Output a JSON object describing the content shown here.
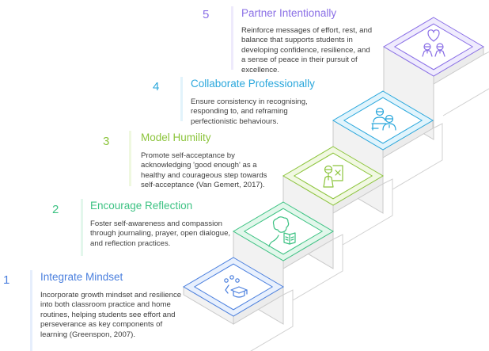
{
  "steps": [
    {
      "number": "1",
      "title": "Integrate Mindset",
      "description": "Incorporate growth mindset and resilience into both classroom practice and home routines, helping students see effort and perseverance as key components of learning (Greenspon, 2007).",
      "color": "#4a7fde",
      "bar_color": "#e6eefc",
      "fill_color": "#e8f0fd",
      "icon": "graduation-cap-ideas-icon"
    },
    {
      "number": "2",
      "title": "Encourage Reflection",
      "description": "Foster self-awareness and compassion through journaling, prayer, open dialogue, and reflection practices.",
      "color": "#3dc283",
      "bar_color": "#e3f7ec",
      "fill_color": "#e2f7eb",
      "icon": "person-reading-book-icon"
    },
    {
      "number": "3",
      "title": "Model Humility",
      "description": "Promote self-acceptance by acknowledging 'good enough' as a healthy and courageous step towards self-acceptance (Van Gemert, 2017).",
      "color": "#8cc43c",
      "bar_color": "#eff8e0",
      "fill_color": "#f1f8e2",
      "icon": "teacher-board-icon"
    },
    {
      "number": "4",
      "title": "Collaborate Professionally",
      "description": "Ensure consistency in recognising, responding to, and reframing perfectionistic behaviours.",
      "color": "#2aa7dc",
      "bar_color": "#e2f3fb",
      "fill_color": "#e1f4fc",
      "icon": "colleagues-meeting-icon"
    },
    {
      "number": "5",
      "title": "Partner Intentionally",
      "description": "Reinforce messages of effort, rest, and balance that supports students in developing confidence, resilience, and a sense of peace in their pursuit of excellence.",
      "color": "#8a6fe6",
      "bar_color": "#eeeafc",
      "fill_color": "#efebfd",
      "icon": "partners-heart-icon"
    }
  ]
}
